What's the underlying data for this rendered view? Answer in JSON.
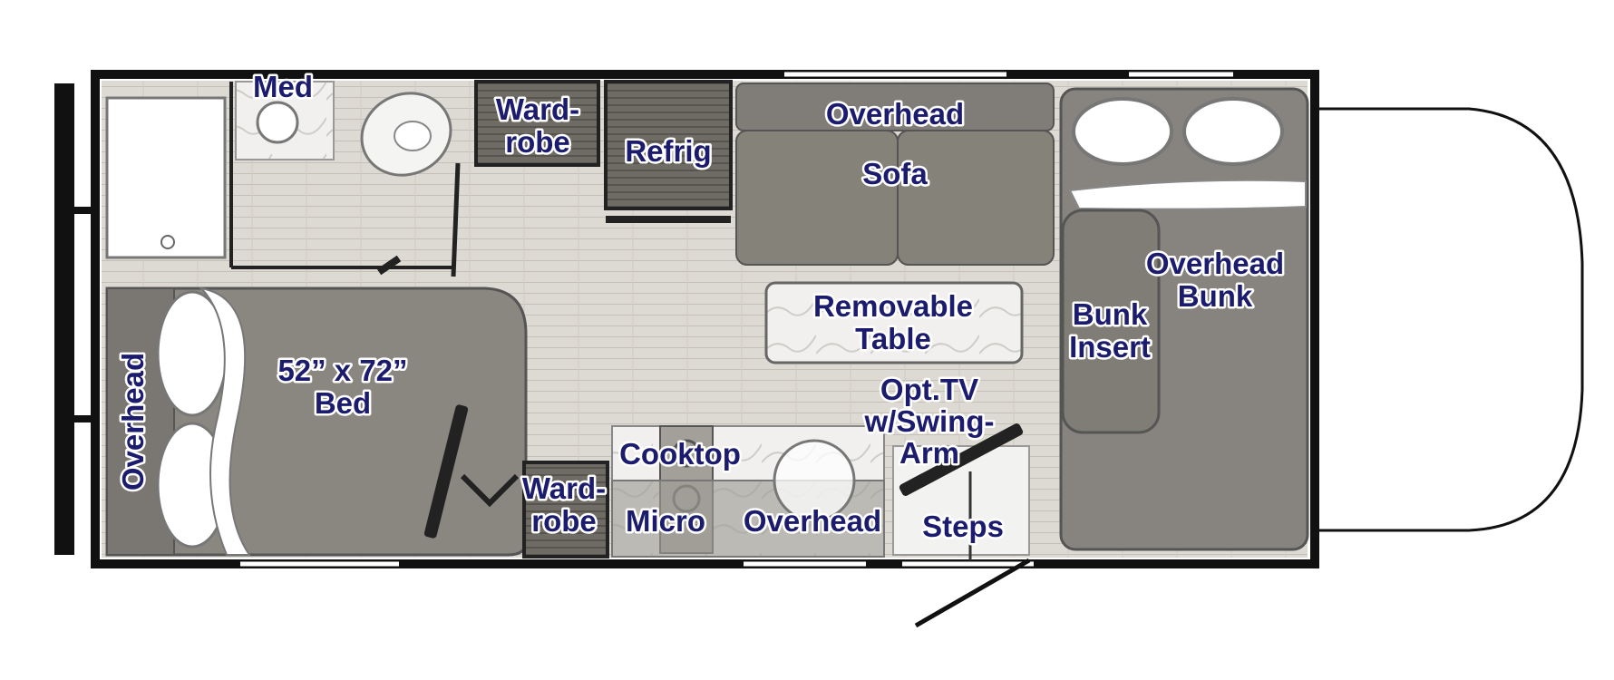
{
  "labels": {
    "med": "Med",
    "wardrobe_top": [
      "Ward-",
      "robe"
    ],
    "refrig": "Refrig",
    "overhead_top": "Overhead",
    "sofa": "Sofa",
    "overhead_bunk": [
      "Overhead",
      "Bunk"
    ],
    "bunk_insert": [
      "Bunk",
      "Insert"
    ],
    "removable_table": [
      "Removable",
      "Table"
    ],
    "bed": [
      "52” x 72”",
      "Bed"
    ],
    "overhead_left": "Overhead",
    "opt_tv": [
      "Opt.TV",
      "w/Swing-",
      "Arm"
    ],
    "cooktop": "Cooktop",
    "wardrobe_bottom": [
      "Ward-",
      "robe"
    ],
    "micro": "Micro",
    "overhead_bottom": "Overhead",
    "steps": "Steps"
  },
  "colors": {
    "label_text": "#1c1c6e",
    "wall": "#111111",
    "furniture": "#8a8781",
    "floor": "#dcd9d2",
    "countertop": "#ecebe8"
  }
}
